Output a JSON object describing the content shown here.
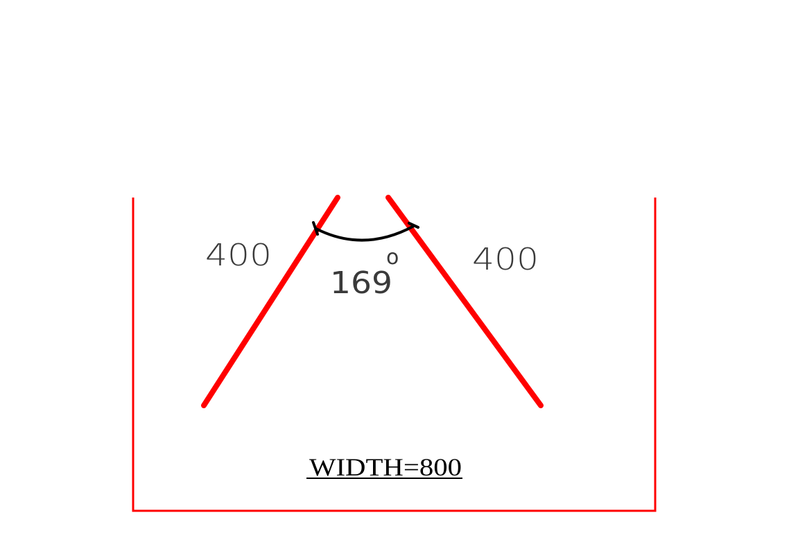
{
  "diagram": {
    "left_length_label": "400",
    "right_length_label": "400",
    "angle_label": "169",
    "angle_unit_mark": "o",
    "width_label": "WIDTH=800",
    "colors": {
      "frame": "#ff0000",
      "arms": "#ff0000",
      "arc": "#000000",
      "handwritten_text": "#3a3a3a",
      "caption_text": "#000000"
    }
  }
}
